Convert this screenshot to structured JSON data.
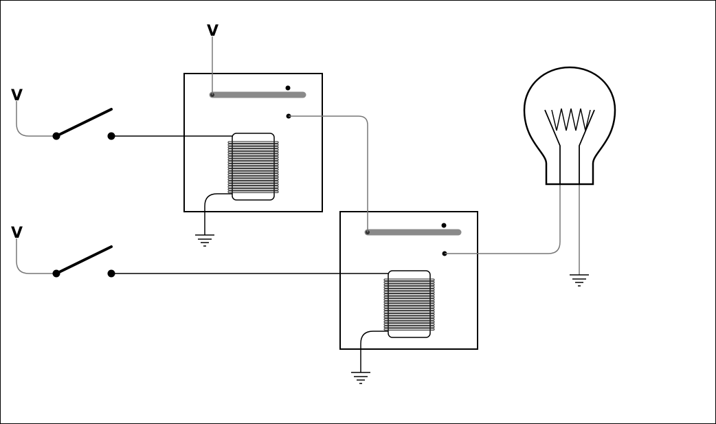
{
  "voltage_labels": {
    "relay1_armature_supply": "V",
    "switch1_supply": "V",
    "switch2_supply": "V"
  },
  "components": {
    "switches": [
      "switch-1",
      "switch-2"
    ],
    "relays": [
      "relay-1",
      "relay-2"
    ],
    "lamp": "light-bulb",
    "grounds": [
      "relay-1-ground",
      "relay-2-ground",
      "lamp-ground"
    ]
  },
  "colors": {
    "wire": "#000000",
    "signal_wire": "#777777",
    "armature": "#8a8a8a",
    "coil_winding": "#222222",
    "background": "#ffffff"
  }
}
